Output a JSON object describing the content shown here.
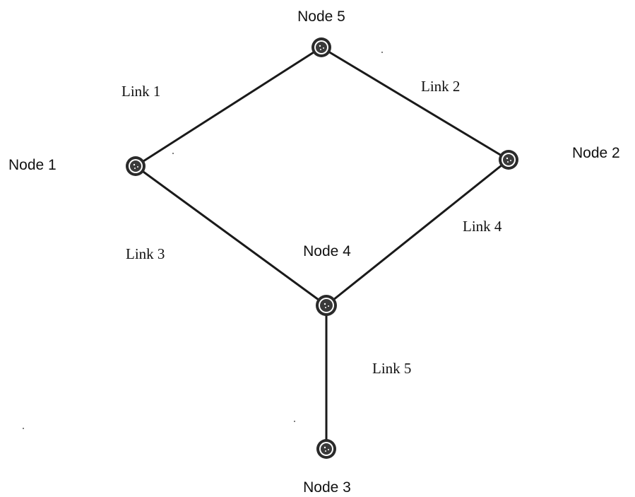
{
  "nodes": [
    {
      "id": "node-1",
      "label": "Node 1"
    },
    {
      "id": "node-2",
      "label": "Node 2"
    },
    {
      "id": "node-3",
      "label": "Node 3"
    },
    {
      "id": "node-4",
      "label": "Node 4"
    },
    {
      "id": "node-5",
      "label": "Node 5"
    }
  ],
  "links": [
    {
      "id": "link-1",
      "label": "Link 1",
      "from": "node-1",
      "to": "node-5"
    },
    {
      "id": "link-2",
      "label": "Link 2",
      "from": "node-5",
      "to": "node-2"
    },
    {
      "id": "link-3",
      "label": "Link 3",
      "from": "node-1",
      "to": "node-4"
    },
    {
      "id": "link-4",
      "label": "Link 4",
      "from": "node-2",
      "to": "node-4"
    },
    {
      "id": "link-5",
      "label": "Link 5",
      "from": "node-4",
      "to": "node-3"
    }
  ]
}
